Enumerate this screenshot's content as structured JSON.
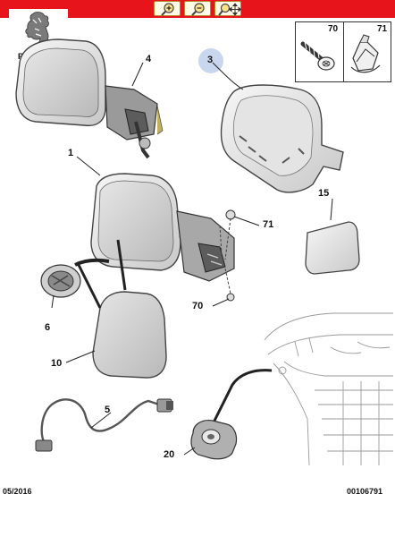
{
  "toolbar": {
    "buttons": [
      {
        "name": "zoom-in",
        "icon": "zoom-in-icon"
      },
      {
        "name": "zoom-out",
        "icon": "zoom-out-icon"
      },
      {
        "name": "zoom-pan",
        "icon": "zoom-move-icon"
      }
    ],
    "background": "#e8141b"
  },
  "brand": {
    "name": "PEUGEOT"
  },
  "parts_box": {
    "left": "70",
    "right": "71"
  },
  "callouts": {
    "c1": "1",
    "c3": "3",
    "c4": "4",
    "c5": "5",
    "c6": "6",
    "c10": "10",
    "c15": "15",
    "c20": "20",
    "c70": "70",
    "c71": "71"
  },
  "footer": {
    "date": "05/2016",
    "ref": "00106791"
  }
}
